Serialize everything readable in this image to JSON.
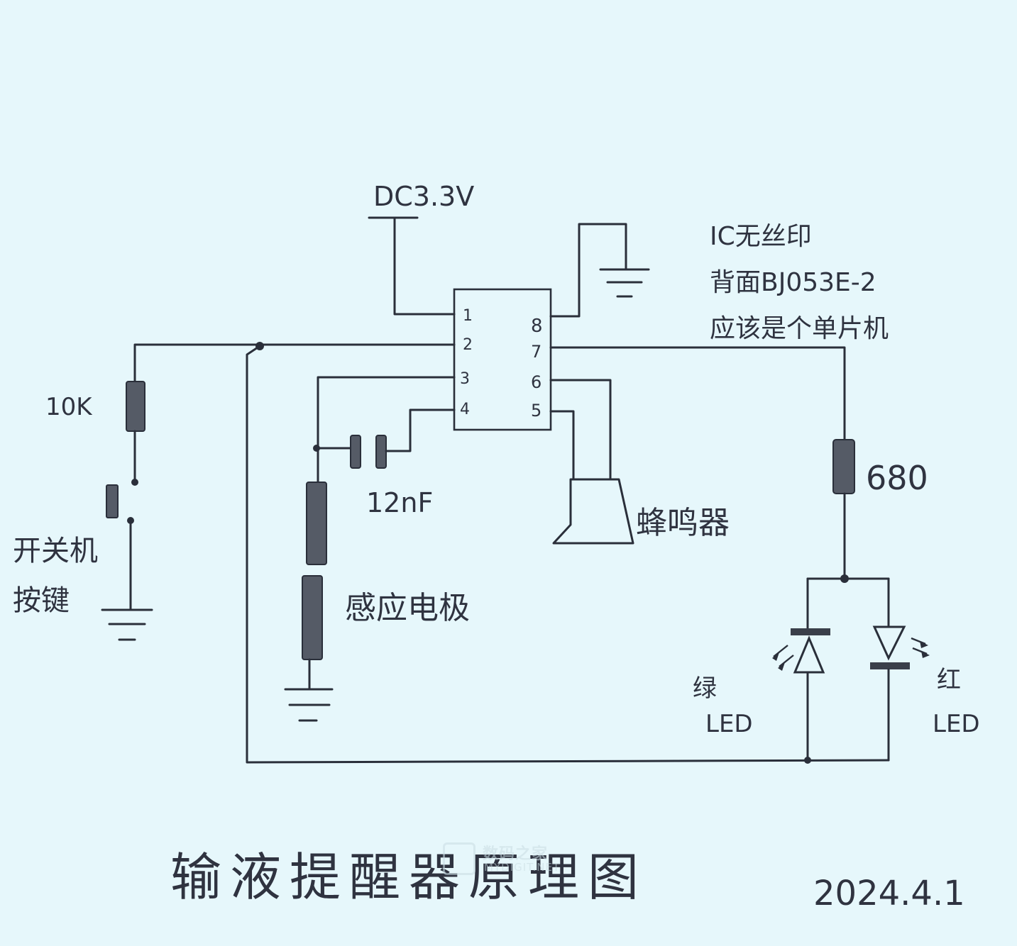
{
  "labels": {
    "supply": "DC3.3V",
    "ic_note_line1": "IC无丝印",
    "ic_note_line2": "背面BJ053E-2",
    "ic_note_line3": "应该是个单片机",
    "resistor_pullup": "10K",
    "button_label_line1": "开关机",
    "button_label_line2": "按键",
    "capacitor": "12nF",
    "sensor": "感应电极",
    "buzzer": "蜂鸣器",
    "resistor_led": "680",
    "led_green_line1": "绿",
    "led_green_line2": "LED",
    "led_red_line1": "红",
    "led_red_line2": "LED",
    "title": "输液提醒器原理图",
    "date": "2024.4.1"
  },
  "ic_pins": {
    "p1": "1",
    "p2": "2",
    "p3": "3",
    "p4": "4",
    "p5": "5",
    "p6": "6",
    "p7": "7",
    "p8": "8"
  },
  "watermark": {
    "text": "数码之家",
    "sub": "MYDIGIT.NET"
  },
  "colors": {
    "background": "#e6f7fb",
    "ink": "#2a2f3a"
  }
}
